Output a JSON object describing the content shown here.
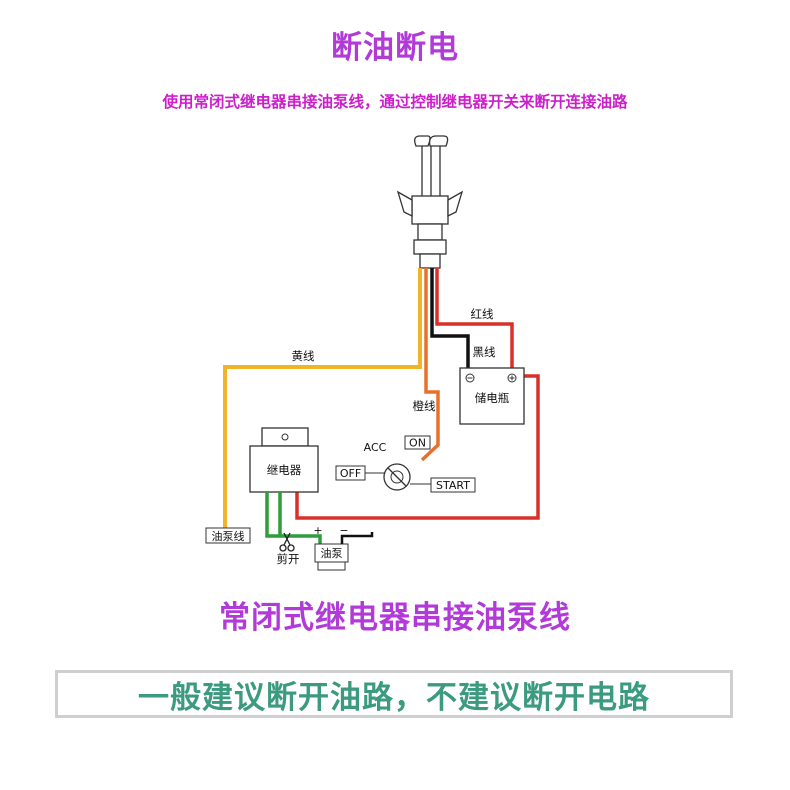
{
  "title": "断油断电",
  "subtitle": "使用常闭式继电器串接油泵线，通过控制继电器开关来断开连接油路",
  "diagram": {
    "wire_red": "红线",
    "wire_black": "黑线",
    "wire_yellow": "黄线",
    "wire_orange": "橙线",
    "battery": "储电瓶",
    "relay": "继电器",
    "acc": "ACC",
    "on": "ON",
    "off": "OFF",
    "start": "START",
    "pump_wire": "油泵线",
    "cut": "剪开",
    "pump": "油泵",
    "plus": "+",
    "minus": "−"
  },
  "caption": "常闭式继电器串接油泵线",
  "note": "一般建议断开油路，不建议断开电路",
  "colors": {
    "red": "#d9302a",
    "yellow": "#f0b429",
    "orange": "#e8702a",
    "black": "#111111",
    "green": "#2e9e3a",
    "title": "#b13ad8",
    "note": "#3c9a7e"
  }
}
